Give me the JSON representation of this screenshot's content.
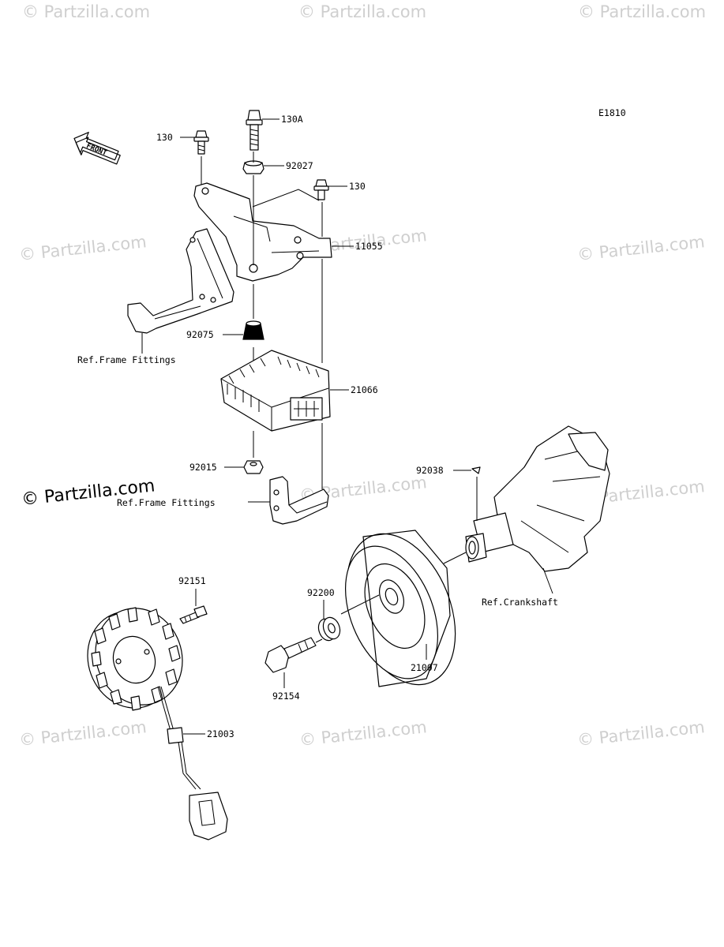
{
  "diagram_code": "E1810",
  "front_label": "FRONT",
  "watermark": "© Partzilla.com",
  "parts": {
    "p130_left": "130",
    "p130a": "130A",
    "p92027": "92027",
    "p130_right": "130",
    "p11055": "11055",
    "p92075": "92075",
    "p21066": "21066",
    "p92015": "92015",
    "p92038": "92038",
    "p92151": "92151",
    "p92200": "92200",
    "p21007": "21007",
    "p92154": "92154",
    "p21003": "21003"
  },
  "refs": {
    "frame_fittings_1": "Ref.Frame Fittings",
    "frame_fittings_2": "Ref.Frame Fittings",
    "crankshaft": "Ref.Crankshaft"
  }
}
